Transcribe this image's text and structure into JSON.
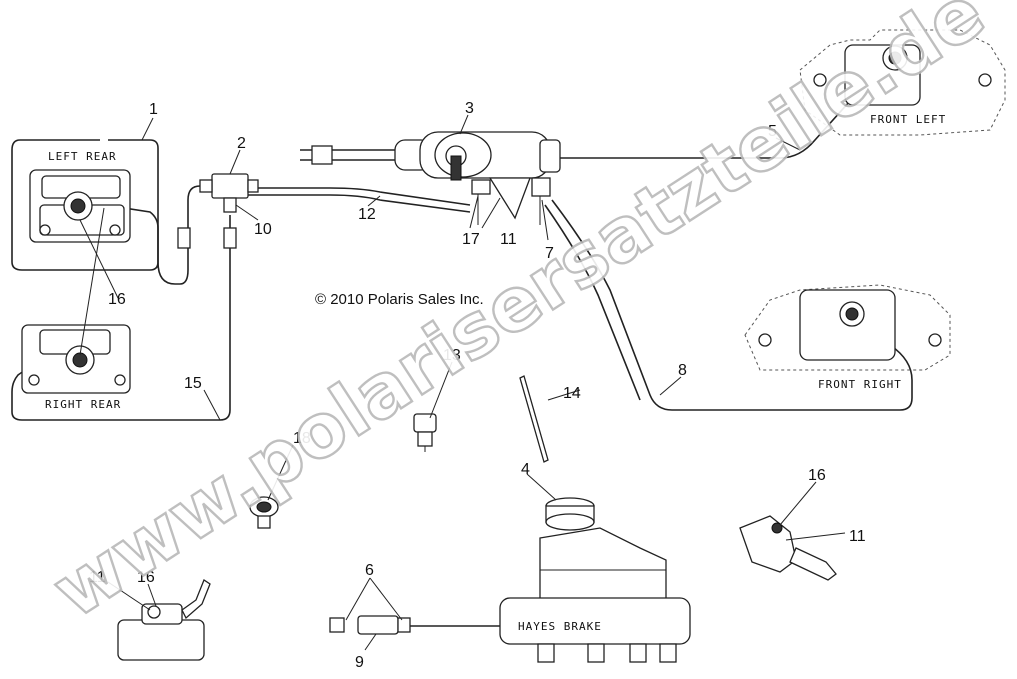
{
  "diagram": {
    "copyright": "© 2010 Polaris Sales Inc.",
    "watermark": "www.polarisersatzteile.de",
    "captions": {
      "left_rear": "LEFT REAR",
      "right_rear": "RIGHT REAR",
      "front_left": "FRONT LEFT",
      "front_right": "FRONT RIGHT",
      "master_cylinder_brand": "HAYES BRAKE"
    },
    "callouts": {
      "c1": "1",
      "c2": "2",
      "c3": "3",
      "c4": "4",
      "c5": "5",
      "c6": "6",
      "c7": "7",
      "c8": "8",
      "c9": "9",
      "c10": "10",
      "c11a": "11",
      "c11b": "11",
      "c11c": "11",
      "c12": "12",
      "c13": "13",
      "c14": "14",
      "c15": "15",
      "c16a": "16",
      "c16b": "16",
      "c16c": "16",
      "c17": "17",
      "c18": "18"
    }
  }
}
